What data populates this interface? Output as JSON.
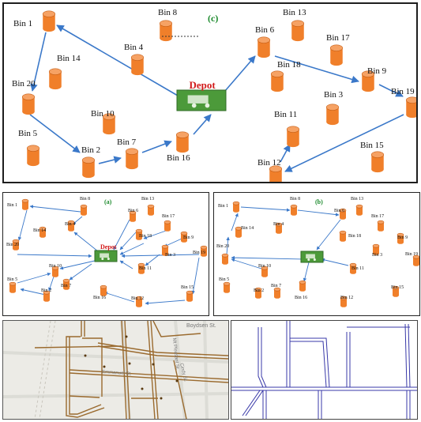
{
  "colors": {
    "bin": "#f07f2a",
    "bin_top": "#f6a264",
    "bin_edge": "#c65f16",
    "arrow": "#3a78c9",
    "depot_green": "#4c9a3a",
    "depot_label": "#d11a1a",
    "panel_title": "#1b8a2c",
    "map_bg": "#ecebe6",
    "map_road": "#9a6a2e",
    "network_line": "#3838a8"
  },
  "icons": {
    "bin": "orange-cylinder-bin-icon",
    "depot": "green-depot-truck-icon"
  },
  "panel_c": {
    "title": "(c)",
    "depot_label": "Depot",
    "bins": [
      {
        "id": "bin1",
        "label": "Bin 1"
      },
      {
        "id": "bin8",
        "label": "Bin 8"
      },
      {
        "id": "bin13",
        "label": "Bin 13"
      },
      {
        "id": "bin6",
        "label": "Bin 6"
      },
      {
        "id": "bin17",
        "label": "Bin 17"
      },
      {
        "id": "bin14",
        "label": "Bin 14"
      },
      {
        "id": "bin4",
        "label": "Bin 4"
      },
      {
        "id": "bin18",
        "label": "Bin 18"
      },
      {
        "id": "bin9",
        "label": "Bin 9"
      },
      {
        "id": "bin20",
        "label": "Bin 20"
      },
      {
        "id": "bin19",
        "label": "Bin 19"
      },
      {
        "id": "bin3",
        "label": "Bin 3"
      },
      {
        "id": "bin10",
        "label": "Bin 10"
      },
      {
        "id": "bin11",
        "label": "Bin 11"
      },
      {
        "id": "bin5",
        "label": "Bin 5"
      },
      {
        "id": "bin7",
        "label": "Bin 7"
      },
      {
        "id": "bin16",
        "label": "Bin 16"
      },
      {
        "id": "bin15",
        "label": "Bin 15"
      },
      {
        "id": "bin2",
        "label": "Bin 2"
      },
      {
        "id": "bin12",
        "label": "Bin 12"
      }
    ],
    "route": [
      [
        "depot",
        "bin6"
      ],
      [
        "bin6",
        "bin9"
      ],
      [
        "bin9",
        "bin19"
      ],
      [
        "bin19",
        "bin12"
      ],
      [
        "bin12",
        "bin11"
      ],
      [
        "depot",
        "bin1"
      ],
      [
        "bin1",
        "bin20"
      ],
      [
        "bin20",
        "bin2"
      ],
      [
        "bin2",
        "bin7"
      ],
      [
        "bin7",
        "bin16"
      ],
      [
        "bin16",
        "depot"
      ]
    ]
  },
  "panel_a": {
    "title": "(a)",
    "depot_label": "Depot",
    "bins": [
      {
        "id": "bin1",
        "label": "Bin 1"
      },
      {
        "id": "bin8",
        "label": "Bin 8"
      },
      {
        "id": "bin13",
        "label": "Bin 13"
      },
      {
        "id": "bin6",
        "label": "Bin 6"
      },
      {
        "id": "bin17",
        "label": "Bin 17"
      },
      {
        "id": "bin14",
        "label": "Bin 14"
      },
      {
        "id": "bin4",
        "label": "Bin 4"
      },
      {
        "id": "bin18",
        "label": "Bin 18"
      },
      {
        "id": "bin9",
        "label": "Bin 9"
      },
      {
        "id": "bin20",
        "label": "Bin 20"
      },
      {
        "id": "bin3",
        "label": "Bin 3"
      },
      {
        "id": "bin19",
        "label": "Bin 19"
      },
      {
        "id": "bin10",
        "label": "Bin 10"
      },
      {
        "id": "bin11",
        "label": "Bin 11"
      },
      {
        "id": "bin5",
        "label": "Bin 5"
      },
      {
        "id": "bin7",
        "label": "Bin 7"
      },
      {
        "id": "bin2",
        "label": "Bin 2"
      },
      {
        "id": "bin16",
        "label": "Bin 16"
      },
      {
        "id": "bin15",
        "label": "Bin 15"
      },
      {
        "id": "bin12",
        "label": "Bin 12"
      }
    ]
  },
  "panel_b": {
    "title": "(b)",
    "bins": [
      {
        "id": "bin1",
        "label": "Bin 1"
      },
      {
        "id": "bin8",
        "label": "Bin 8"
      },
      {
        "id": "bin13",
        "label": "Bin 13"
      },
      {
        "id": "bin6",
        "label": "Bin 6"
      },
      {
        "id": "bin17",
        "label": "Bin 17"
      },
      {
        "id": "bin14",
        "label": "Bin 14"
      },
      {
        "id": "bin4",
        "label": "Bin 4"
      },
      {
        "id": "bin18",
        "label": "Bin 18"
      },
      {
        "id": "bin9",
        "label": "Bin 9"
      },
      {
        "id": "bin20",
        "label": "Bin 20"
      },
      {
        "id": "bin3",
        "label": "Bin 3"
      },
      {
        "id": "bin19",
        "label": "Bin 19"
      },
      {
        "id": "bin10",
        "label": "Bin 10"
      },
      {
        "id": "bin11",
        "label": "Bin 11"
      },
      {
        "id": "bin5",
        "label": "Bin 5"
      },
      {
        "id": "bin7",
        "label": "Bin 7"
      },
      {
        "id": "bin2",
        "label": "Bin 2"
      },
      {
        "id": "bin16",
        "label": "Bin 16"
      },
      {
        "id": "bin15",
        "label": "Bin 15"
      },
      {
        "id": "bin12",
        "label": "Bin 12"
      }
    ]
  },
  "map": {
    "streets": [
      "Boydsen St.",
      "Mt Pleasant St.",
      "Emmanuel St.",
      "Cindy St."
    ]
  }
}
